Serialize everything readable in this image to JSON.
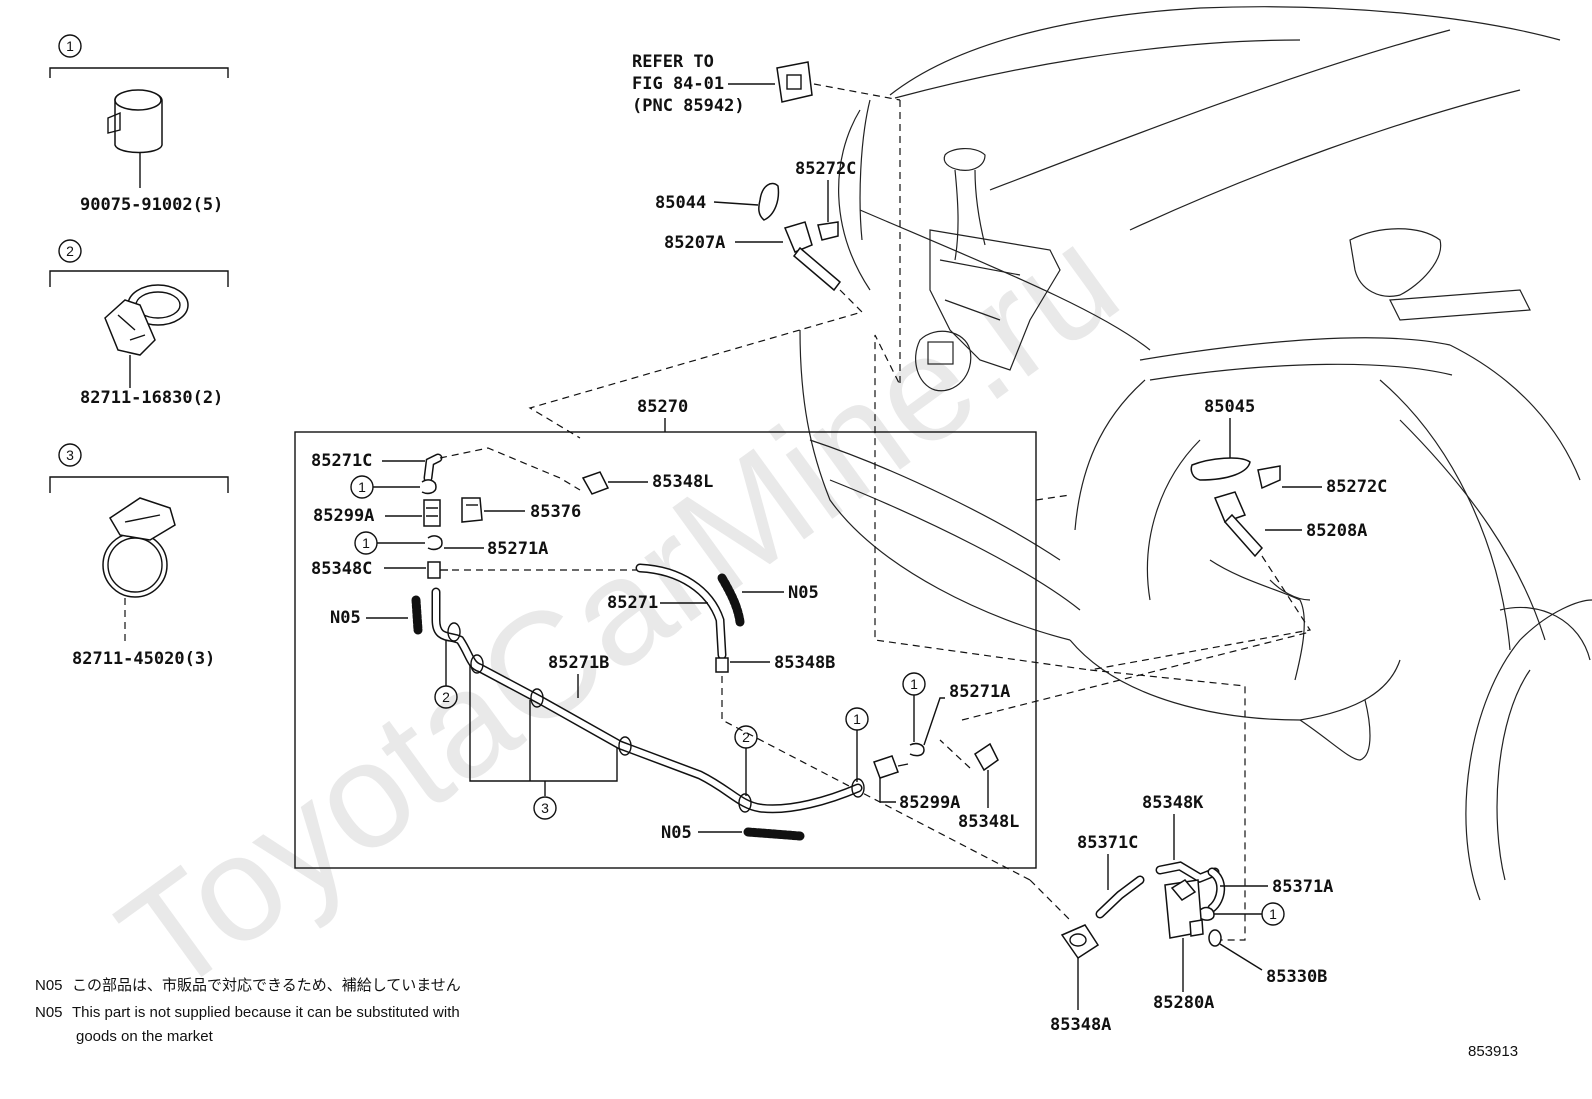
{
  "watermark": "ToyotaCarMine.ru",
  "diagram_id": "853913",
  "refer": {
    "line1": "REFER TO",
    "line2": "FIG 84-01",
    "line3": "(PNC 85942)"
  },
  "legend_items": [
    {
      "number": "1",
      "part": "90075-91002(5)"
    },
    {
      "number": "2",
      "part": "82711-16830(2)"
    },
    {
      "number": "3",
      "part": "82711-45020(3)"
    }
  ],
  "labels": {
    "p85044": "85044",
    "p85272c_top": "85272C",
    "p85207a": "85207A",
    "p85270": "85270",
    "p85271c": "85271C",
    "p85348l_top": "85348L",
    "p85299a_left": "85299A",
    "p85376": "85376",
    "p85271a_left": "85271A",
    "p85348c": "85348C",
    "p85271": "85271",
    "n05_right": "N05",
    "n05_left": "N05",
    "p85348b": "85348B",
    "p85271b": "85271B",
    "p85271a_right": "85271A",
    "p85299a_right": "85299A",
    "p85348l_bot": "85348L",
    "n05_bottom": "N05",
    "p85045": "85045",
    "p85272c_right": "85272C",
    "p85208a": "85208A",
    "p85348k": "85348K",
    "p85371c": "85371C",
    "p85371a": "85371A",
    "p85330b": "85330B",
    "p85280a": "85280A",
    "p85348a": "85348A"
  },
  "callouts": {
    "c1": "1",
    "c2": "2",
    "c3": "3"
  },
  "notes": {
    "jp_code": "N05",
    "jp_text": "この部品は、市販品で対応できるため、補給していません",
    "en_code": "N05",
    "en_text_1": "This part is not supplied because it can be substituted with",
    "en_text_2": "goods on the market"
  }
}
